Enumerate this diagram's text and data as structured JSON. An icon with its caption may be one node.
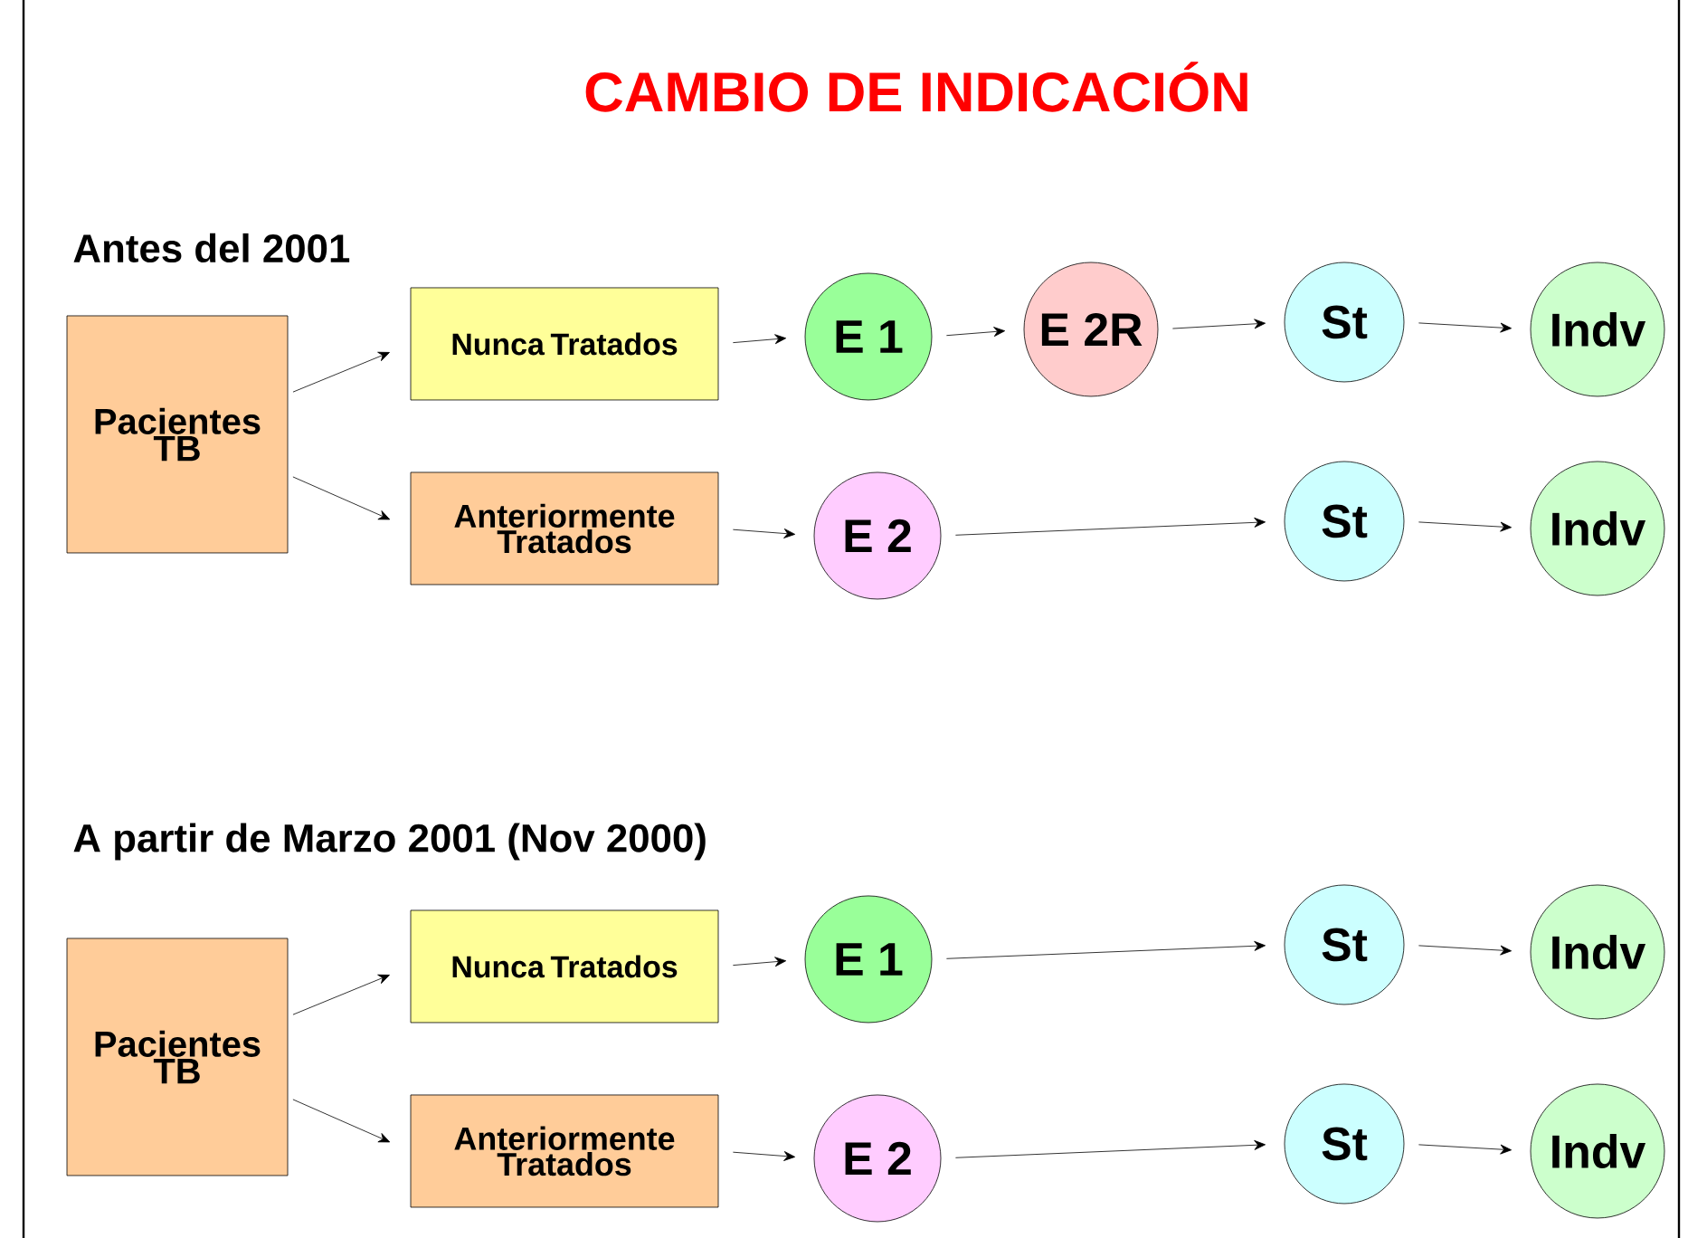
{
  "diagram": {
    "title": "CAMBIO DE INDICACIÓN",
    "nodes": [
      {
        "text": [
          "Pacientes TB"
        ]
      },
      {
        "text": [
          "Nunca Tratados"
        ]
      },
      {
        "text": [
          "E 1"
        ]
      },
      {
        "text": [
          "E 2R"
        ]
      },
      {
        "text": [
          "St"
        ]
      },
      {
        "text": [
          "Indv"
        ]
      },
      {
        "text": [
          "Anteriormente Tratados"
        ]
      },
      {
        "text": [
          "E 2"
        ]
      },
      {
        "text": [
          "St"
        ]
      },
      {
        "text": [
          "Indv"
        ]
      },
      {
        "text": [
          "Pacientes TB"
        ]
      },
      {
        "text": [
          "Nunca Tratados"
        ]
      },
      {
        "text": [
          "E 1"
        ]
      },
      {
        "text": [
          "St"
        ]
      },
      {
        "text": [
          "Indv"
        ]
      },
      {
        "text": [
          "Anteriormente Tratados"
        ]
      },
      {
        "text": [
          "E 2"
        ]
      },
      {
        "text": [
          "St"
        ]
      },
      {
        "text": [
          "Indv"
        ]
      }
    ],
    "edges": [
      {
        "from": 0,
        "to": 1,
        "arrow": "to"
      },
      {
        "from": 0,
        "to": 6,
        "arrow": "to"
      },
      {
        "from": 1,
        "to": 2,
        "arrow": "to"
      },
      {
        "from": 2,
        "to": 3,
        "arrow": "to"
      },
      {
        "from": 3,
        "to": 4,
        "arrow": "to"
      },
      {
        "from": 4,
        "to": 5,
        "arrow": "to"
      },
      {
        "from": 6,
        "to": 7,
        "arrow": "to"
      },
      {
        "from": 7,
        "to": 8,
        "arrow": "to"
      },
      {
        "from": 8,
        "to": 9,
        "arrow": "to"
      },
      {
        "from": 10,
        "to": 11,
        "arrow": "to"
      },
      {
        "from": 10,
        "to": 15,
        "arrow": "to"
      },
      {
        "from": 11,
        "to": 12,
        "arrow": "to"
      },
      {
        "from": 12,
        "to": 13,
        "arrow": "to"
      },
      {
        "from": 13,
        "to": 14,
        "arrow": "to"
      },
      {
        "from": 15,
        "to": 16,
        "arrow": "to"
      },
      {
        "from": 16,
        "to": 17,
        "arrow": "to"
      },
      {
        "from": 17,
        "to": 18,
        "arrow": "to"
      }
    ],
    "labels": [
      "Antes del 2001",
      "A partir de Marzo 2001 (Nov 2000)"
    ]
  }
}
